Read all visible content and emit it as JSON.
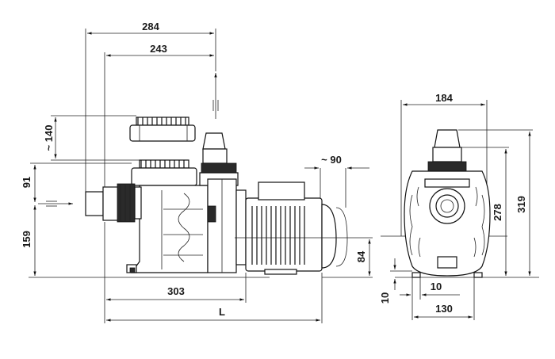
{
  "dimensions": {
    "d284": "284",
    "d243": "243",
    "d140": "~ 140",
    "d91": "91",
    "d159": "159",
    "d90": "~ 90",
    "d84": "84",
    "d303": "303",
    "dL": "L",
    "d184": "184",
    "d278": "278",
    "d319": "319",
    "d10_left": "10",
    "d10_mid": "10",
    "d130": "130"
  },
  "colors": {
    "line": "#111111",
    "background": "#ffffff"
  }
}
